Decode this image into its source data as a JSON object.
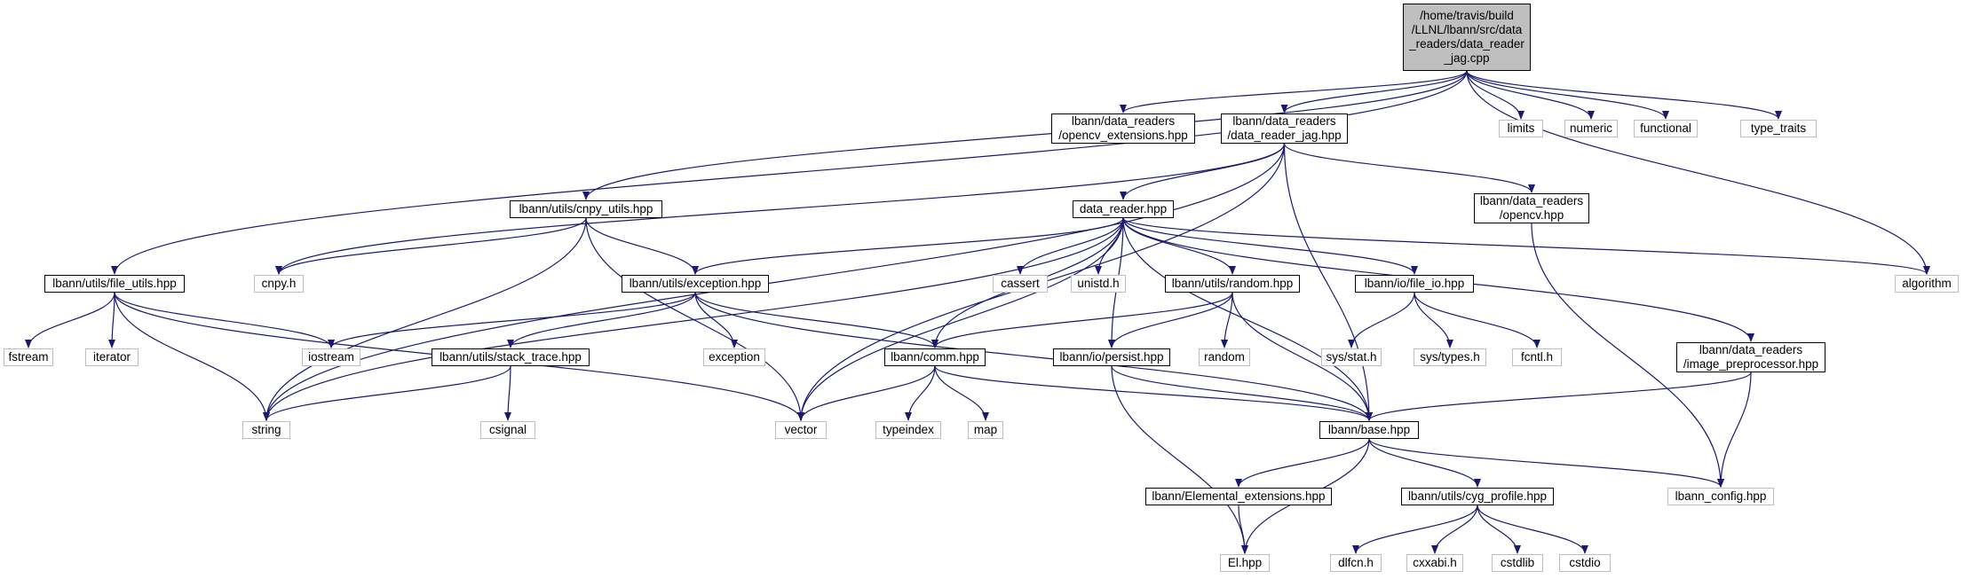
{
  "graph": {
    "colors": {
      "edge": "#191970",
      "local_border": "#000000",
      "system_border": "#bfbfbf",
      "root_fill": "#bfbfbf"
    },
    "nodes": [
      {
        "id": "root",
        "lines": [
          "/home/travis/build",
          "/LLNL/lbann/src/data",
          "_readers/data_reader",
          "_jag.cpp"
        ],
        "kind": "root"
      },
      {
        "id": "opencv_ext",
        "lines": [
          "lbann/data_readers",
          "/opencv_extensions.hpp"
        ],
        "kind": "local"
      },
      {
        "id": "drjag_hpp",
        "lines": [
          "lbann/data_readers",
          "/data_reader_jag.hpp"
        ],
        "kind": "local"
      },
      {
        "id": "limits",
        "lines": [
          "limits"
        ],
        "kind": "system"
      },
      {
        "id": "numeric",
        "lines": [
          "numeric"
        ],
        "kind": "system"
      },
      {
        "id": "functional",
        "lines": [
          "functional"
        ],
        "kind": "system"
      },
      {
        "id": "type_traits",
        "lines": [
          "type_traits"
        ],
        "kind": "system"
      },
      {
        "id": "cnpy_utils",
        "lines": [
          "lbann/utils/cnpy_utils.hpp"
        ],
        "kind": "local"
      },
      {
        "id": "data_reader",
        "lines": [
          "data_reader.hpp"
        ],
        "kind": "local"
      },
      {
        "id": "opencv",
        "lines": [
          "lbann/data_readers",
          "/opencv.hpp"
        ],
        "kind": "local"
      },
      {
        "id": "file_utils",
        "lines": [
          "lbann/utils/file_utils.hpp"
        ],
        "kind": "local"
      },
      {
        "id": "cnpy",
        "lines": [
          "cnpy.h"
        ],
        "kind": "system"
      },
      {
        "id": "exception",
        "lines": [
          "lbann/utils/exception.hpp"
        ],
        "kind": "local"
      },
      {
        "id": "cassert",
        "lines": [
          "cassert"
        ],
        "kind": "system"
      },
      {
        "id": "unistd",
        "lines": [
          "unistd.h"
        ],
        "kind": "system"
      },
      {
        "id": "random_hpp",
        "lines": [
          "lbann/utils/random.hpp"
        ],
        "kind": "local"
      },
      {
        "id": "file_io",
        "lines": [
          "lbann/io/file_io.hpp"
        ],
        "kind": "local"
      },
      {
        "id": "algorithm",
        "lines": [
          "algorithm"
        ],
        "kind": "system"
      },
      {
        "id": "fstream",
        "lines": [
          "fstream"
        ],
        "kind": "system"
      },
      {
        "id": "iterator",
        "lines": [
          "iterator"
        ],
        "kind": "system"
      },
      {
        "id": "iostream",
        "lines": [
          "iostream"
        ],
        "kind": "system"
      },
      {
        "id": "stack_trace",
        "lines": [
          "lbann/utils/stack_trace.hpp"
        ],
        "kind": "local"
      },
      {
        "id": "exception_std",
        "lines": [
          "exception"
        ],
        "kind": "system"
      },
      {
        "id": "comm",
        "lines": [
          "lbann/comm.hpp"
        ],
        "kind": "local"
      },
      {
        "id": "persist",
        "lines": [
          "lbann/io/persist.hpp"
        ],
        "kind": "local"
      },
      {
        "id": "random_std",
        "lines": [
          "random"
        ],
        "kind": "system"
      },
      {
        "id": "sys_stat",
        "lines": [
          "sys/stat.h"
        ],
        "kind": "system"
      },
      {
        "id": "sys_types",
        "lines": [
          "sys/types.h"
        ],
        "kind": "system"
      },
      {
        "id": "fcntl",
        "lines": [
          "fcntl.h"
        ],
        "kind": "system"
      },
      {
        "id": "image_pre",
        "lines": [
          "lbann/data_readers",
          "/image_preprocessor.hpp"
        ],
        "kind": "local"
      },
      {
        "id": "string",
        "lines": [
          "string"
        ],
        "kind": "system"
      },
      {
        "id": "csignal",
        "lines": [
          "csignal"
        ],
        "kind": "system"
      },
      {
        "id": "vector",
        "lines": [
          "vector"
        ],
        "kind": "system"
      },
      {
        "id": "typeindex",
        "lines": [
          "typeindex"
        ],
        "kind": "system"
      },
      {
        "id": "map",
        "lines": [
          "map"
        ],
        "kind": "system"
      },
      {
        "id": "base",
        "lines": [
          "lbann/base.hpp"
        ],
        "kind": "local"
      },
      {
        "id": "elemental_ext",
        "lines": [
          "lbann/Elemental_extensions.hpp"
        ],
        "kind": "local"
      },
      {
        "id": "cyg_profile",
        "lines": [
          "lbann/utils/cyg_profile.hpp"
        ],
        "kind": "local"
      },
      {
        "id": "lbann_config",
        "lines": [
          "lbann_config.hpp"
        ],
        "kind": "system"
      },
      {
        "id": "el",
        "lines": [
          "El.hpp"
        ],
        "kind": "system"
      },
      {
        "id": "dlfcn",
        "lines": [
          "dlfcn.h"
        ],
        "kind": "system"
      },
      {
        "id": "cxxabi",
        "lines": [
          "cxxabi.h"
        ],
        "kind": "system"
      },
      {
        "id": "cstdlib",
        "lines": [
          "cstdlib"
        ],
        "kind": "system"
      },
      {
        "id": "cstdio",
        "lines": [
          "cstdio"
        ],
        "kind": "system"
      }
    ],
    "edges": [
      [
        "root",
        "opencv_ext"
      ],
      [
        "root",
        "drjag_hpp"
      ],
      [
        "root",
        "limits"
      ],
      [
        "root",
        "numeric"
      ],
      [
        "root",
        "functional"
      ],
      [
        "root",
        "type_traits"
      ],
      [
        "root",
        "cnpy_utils"
      ],
      [
        "root",
        "file_utils"
      ],
      [
        "root",
        "algorithm"
      ],
      [
        "drjag_hpp",
        "data_reader"
      ],
      [
        "drjag_hpp",
        "opencv"
      ],
      [
        "drjag_hpp",
        "cnpy"
      ],
      [
        "drjag_hpp",
        "string"
      ],
      [
        "drjag_hpp",
        "vector"
      ],
      [
        "drjag_hpp",
        "base"
      ],
      [
        "cnpy_utils",
        "cnpy"
      ],
      [
        "cnpy_utils",
        "exception"
      ],
      [
        "cnpy_utils",
        "string"
      ],
      [
        "cnpy_utils",
        "vector"
      ],
      [
        "data_reader",
        "exception"
      ],
      [
        "data_reader",
        "cassert"
      ],
      [
        "data_reader",
        "unistd"
      ],
      [
        "data_reader",
        "random_hpp"
      ],
      [
        "data_reader",
        "file_io"
      ],
      [
        "data_reader",
        "algorithm"
      ],
      [
        "data_reader",
        "image_pre"
      ],
      [
        "data_reader",
        "comm"
      ],
      [
        "data_reader",
        "persist"
      ],
      [
        "data_reader",
        "string"
      ],
      [
        "data_reader",
        "vector"
      ],
      [
        "data_reader",
        "base"
      ],
      [
        "opencv",
        "lbann_config"
      ],
      [
        "file_utils",
        "fstream"
      ],
      [
        "file_utils",
        "iterator"
      ],
      [
        "file_utils",
        "iostream"
      ],
      [
        "file_utils",
        "string"
      ],
      [
        "file_utils",
        "vector"
      ],
      [
        "exception",
        "iostream"
      ],
      [
        "exception",
        "stack_trace"
      ],
      [
        "exception",
        "exception_std"
      ],
      [
        "exception",
        "comm"
      ],
      [
        "exception",
        "base"
      ],
      [
        "random_hpp",
        "comm"
      ],
      [
        "random_hpp",
        "persist"
      ],
      [
        "random_hpp",
        "random_std"
      ],
      [
        "random_hpp",
        "base"
      ],
      [
        "file_io",
        "sys_stat"
      ],
      [
        "file_io",
        "sys_types"
      ],
      [
        "file_io",
        "fcntl"
      ],
      [
        "stack_trace",
        "string"
      ],
      [
        "stack_trace",
        "csignal"
      ],
      [
        "comm",
        "vector"
      ],
      [
        "comm",
        "typeindex"
      ],
      [
        "comm",
        "map"
      ],
      [
        "comm",
        "base"
      ],
      [
        "persist",
        "base"
      ],
      [
        "persist",
        "el"
      ],
      [
        "image_pre",
        "base"
      ],
      [
        "image_pre",
        "lbann_config"
      ],
      [
        "base",
        "elemental_ext"
      ],
      [
        "base",
        "cyg_profile"
      ],
      [
        "base",
        "lbann_config"
      ],
      [
        "base",
        "el"
      ],
      [
        "elemental_ext",
        "el"
      ],
      [
        "cyg_profile",
        "dlfcn"
      ],
      [
        "cyg_profile",
        "cxxabi"
      ],
      [
        "cyg_profile",
        "cstdlib"
      ],
      [
        "cyg_profile",
        "cstdio"
      ]
    ]
  }
}
